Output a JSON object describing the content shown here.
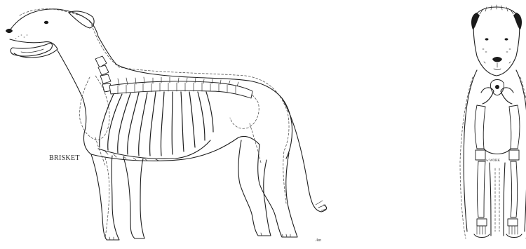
{
  "labels": {
    "brisket": "BRISKET",
    "signature": "Am",
    "front_view_scribble": "Jw WORK"
  }
}
